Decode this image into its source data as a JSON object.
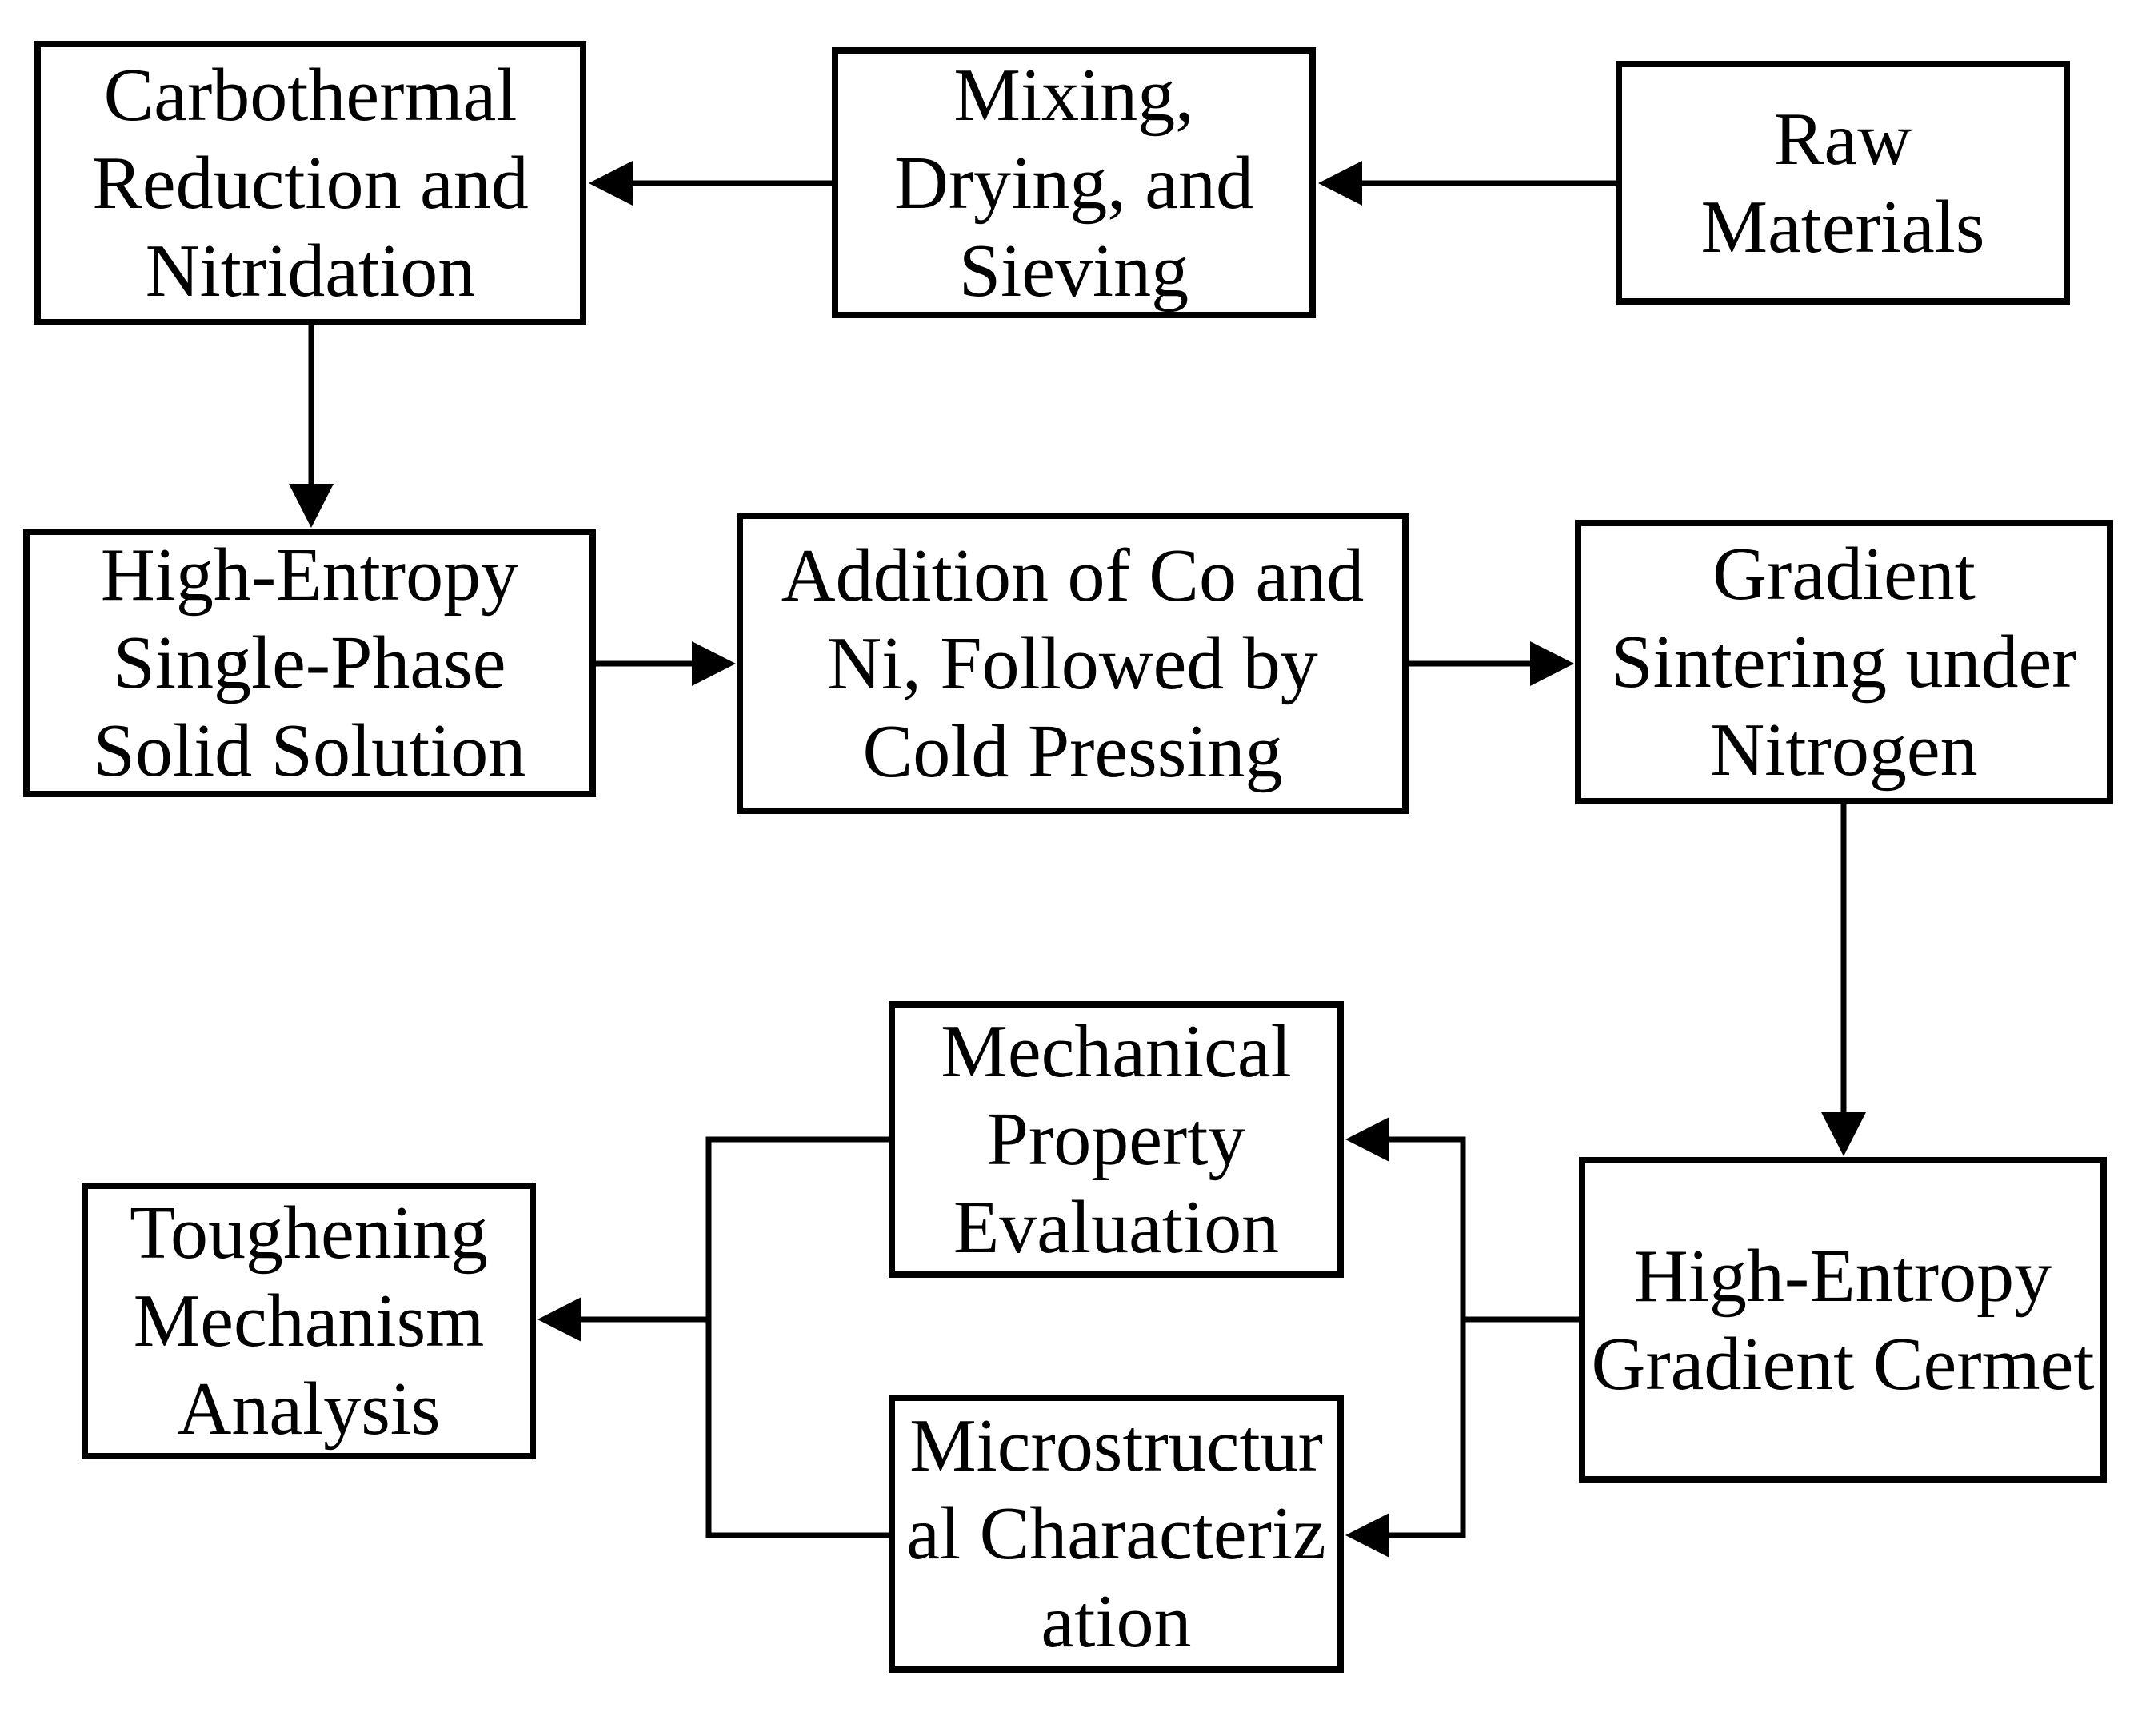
{
  "colors": {
    "stroke": "#000000",
    "background": "#ffffff",
    "text": "#000000"
  },
  "nodes": {
    "raw_materials": {
      "lines": [
        "Raw",
        "Materials"
      ]
    },
    "mixing": {
      "lines": [
        "Mixing,",
        "Drying, and",
        "Sieving"
      ]
    },
    "carbothermal": {
      "lines": [
        "Carbothermal",
        "Reduction and",
        "Nitridation"
      ]
    },
    "solid_solution": {
      "lines": [
        "High-Entropy",
        "Single-Phase",
        "Solid Solution"
      ]
    },
    "addition": {
      "lines": [
        "Addition of Co and",
        "Ni, Followed by",
        "Cold Pressing"
      ]
    },
    "sintering": {
      "lines": [
        "Gradient",
        "Sintering under",
        "Nitrogen"
      ]
    },
    "cermet": {
      "lines": [
        "High-Entropy",
        "Gradient Cermet"
      ]
    },
    "mechanical": {
      "lines": [
        "Mechanical",
        "Property",
        "Evaluation"
      ]
    },
    "microstructural": {
      "lines": [
        "Microstructur",
        "al Characteriz",
        "ation"
      ]
    },
    "toughening": {
      "lines": [
        "Toughening",
        "Mechanism",
        "Analysis"
      ]
    }
  }
}
